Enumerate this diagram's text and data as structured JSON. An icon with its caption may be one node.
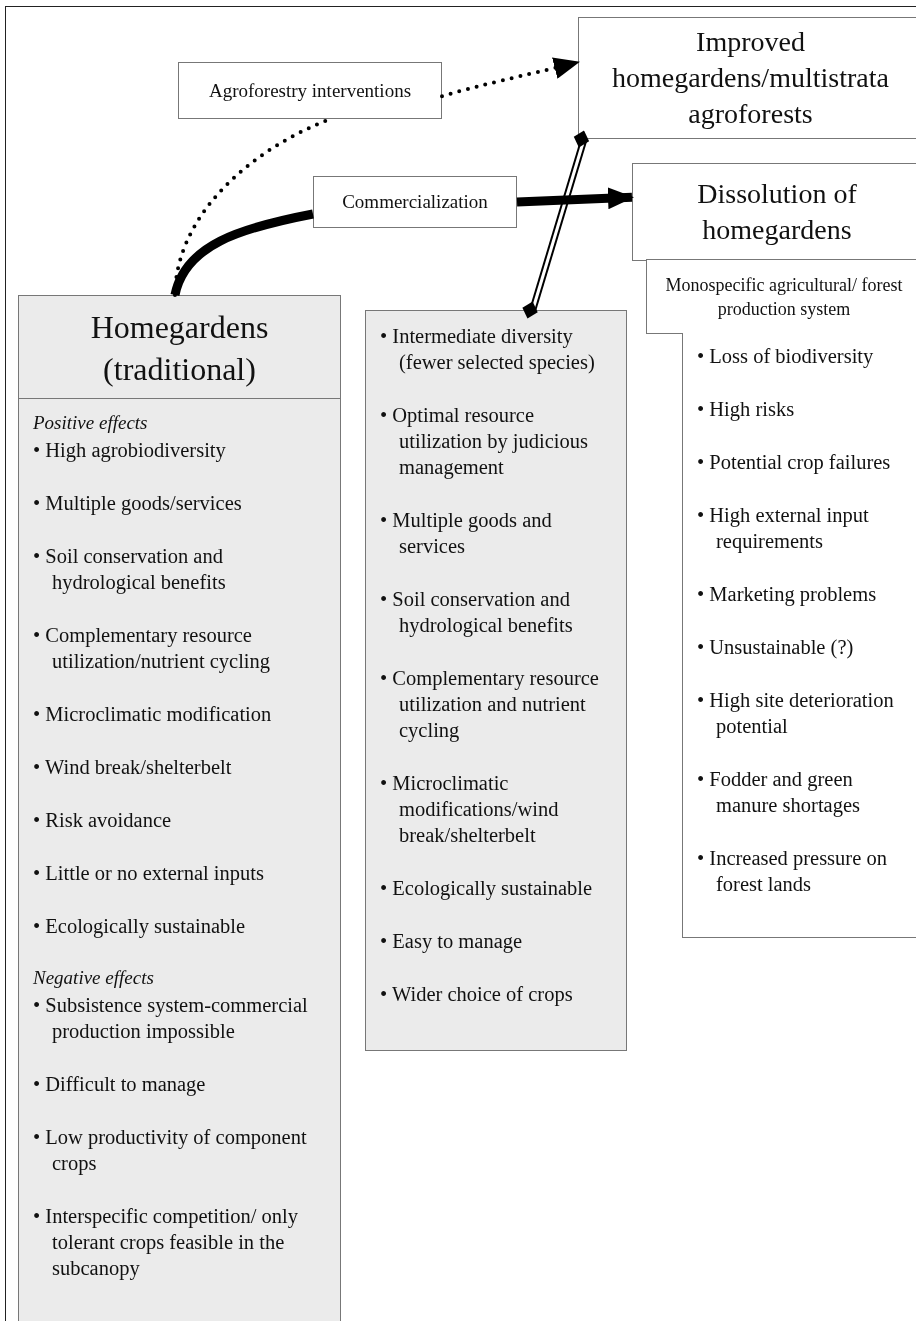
{
  "diagram": {
    "nodes": [
      {
        "text": [
          "Agroforestry interventions"
        ]
      },
      {
        "text": [
          "Improved homegardens/multistrata agroforests"
        ]
      },
      {
        "text": [
          "Commercialization"
        ]
      },
      {
        "text": [
          "Dissolution of homegardens"
        ]
      },
      {
        "text": [
          "Monospecific agricultural/ forest production system"
        ]
      },
      {
        "text": [
          "Homegardens (traditional)",
          "Positive effects",
          "• High agrobiodiversity",
          "• Multiple goods/services",
          "• Soil conservation and hydrological benefits",
          "• Complementary resource utilization/nutrient cycling",
          "• Microclimatic modification",
          "• Wind break/shelterbelt",
          "• Risk avoidance",
          "• Little or no external inputs",
          "• Ecologically sustainable",
          "Negative effects",
          "• Subsistence system-commercial production impossible",
          "• Difficult to manage",
          "• Low productivity of component crops",
          "• Interspecific competition/ only tolerant crops feasible in the subcanopy"
        ]
      },
      {
        "text": [
          "• Intermediate diversity (fewer selected species)",
          "• Optimal resource utilization by judicious management",
          "• Multiple goods and services",
          "• Soil conservation and hydrological benefits",
          "• Complementary resource utilization and nutrient cycling",
          "• Microclimatic modifications/wind break/shelterbelt",
          "• Ecologically sustainable",
          "• Easy to manage",
          "• Wider choice of crops"
        ]
      },
      {
        "text": [
          "• Loss of biodiversity",
          "• High risks",
          "• Potential crop failures",
          "• High external input requirements",
          "• Marketing problems",
          "• Unsustainable (?)",
          "• High site deterioration potential",
          "• Fodder and green manure shortages",
          "• Increased pressure on forest lands"
        ]
      }
    ],
    "edges": [
      {
        "from": 5,
        "to": 0,
        "arrow": "none",
        "style": "dashed"
      },
      {
        "from": 0,
        "to": 1,
        "arrow": "to",
        "style": "dashed"
      },
      {
        "from": 5,
        "to": 2,
        "arrow": "none",
        "style": "thick"
      },
      {
        "from": 2,
        "to": 3,
        "arrow": "to",
        "style": "thick"
      },
      {
        "from": 6,
        "to": 1,
        "arrow": "other"
      }
    ]
  }
}
